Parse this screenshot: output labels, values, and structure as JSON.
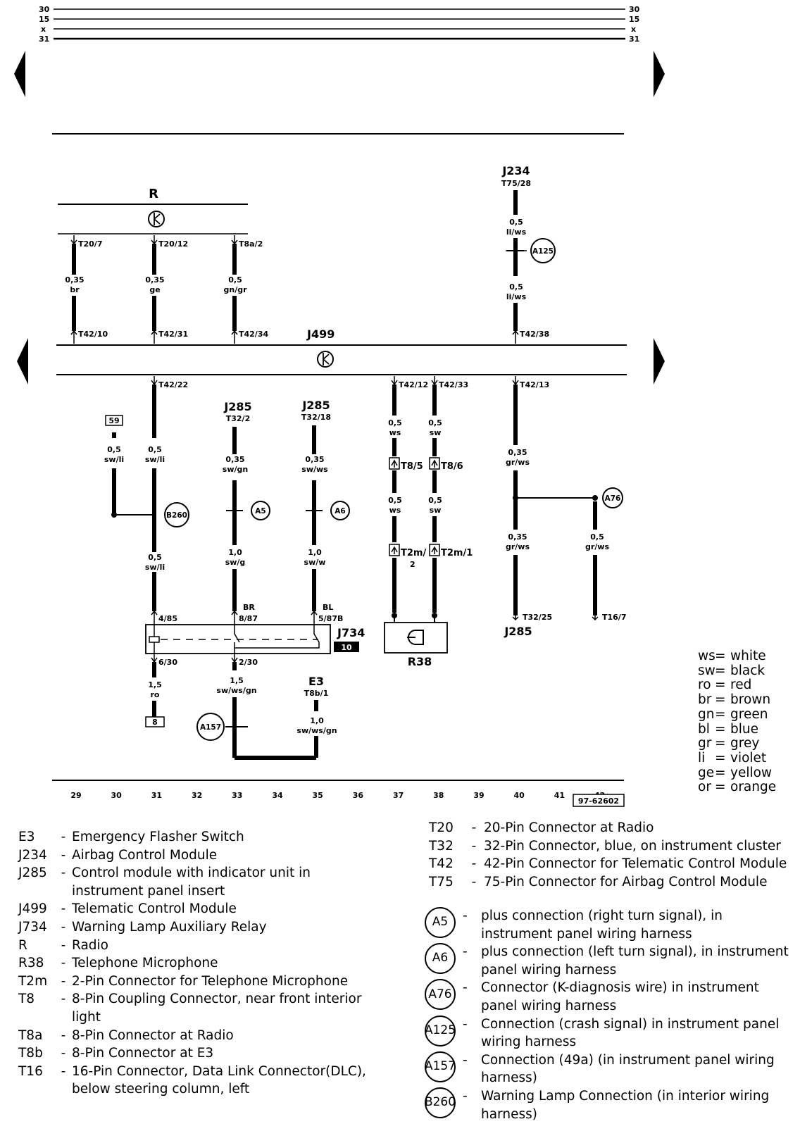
{
  "potential": [
    "30",
    "15",
    "x",
    "31"
  ],
  "components": {
    "R": "R",
    "J499": "J499",
    "J234": "J234",
    "J234_pin": "T75/28",
    "J285": "J285",
    "J285_pin_a": "T32/2",
    "J285_pin_b": "T32/18",
    "J285_pin_c": "T32/25",
    "J734": "J734",
    "J734_box": "10",
    "E3": "E3",
    "E3_pin": "T8b/1",
    "R38": "R38",
    "term59": "59",
    "term8": "8"
  },
  "pins": {
    "T20_7": "T20/7",
    "T20_12": "T20/12",
    "T8a_2": "T8a/2",
    "T42_10": "T42/10",
    "T42_31": "T42/31",
    "T42_34": "T42/34",
    "T42_38": "T42/38",
    "T42_22": "T42/22",
    "T42_12": "T42/12",
    "T42_33": "T42/33",
    "T42_13": "T42/13",
    "T8_5": "T8/5",
    "T8_6": "T8/6",
    "T2m_2a": "T2m/",
    "T2m_2b": "2",
    "T2m_1": "T2m/1",
    "T16_7": "T16/7",
    "p485": "4/85",
    "p887": "8/87",
    "p587b": "5/87B",
    "p630": "6/30",
    "p230": "2/30",
    "BR": "BR",
    "BL": "BL"
  },
  "wires": {
    "w1": [
      "0,35",
      "br"
    ],
    "w2": [
      "0,35",
      "ge"
    ],
    "w3": [
      "0,5",
      "gn/gr"
    ],
    "w4": [
      "0,5",
      "li/ws"
    ],
    "w5": [
      "0,5",
      "li/ws"
    ],
    "w6": [
      "0,5",
      "sw/li"
    ],
    "w7": [
      "0,5",
      "sw/li"
    ],
    "w8": [
      "0,5",
      "sw/li"
    ],
    "w9": [
      "0,35",
      "sw/gn"
    ],
    "w10": [
      "1,0",
      "sw/g"
    ],
    "w11": [
      "0,35",
      "sw/ws"
    ],
    "w12": [
      "1,0",
      "sw/w"
    ],
    "w13": [
      "0,5",
      "ws"
    ],
    "w14": [
      "0,5",
      "ws"
    ],
    "w15": [
      "0,5",
      "sw"
    ],
    "w16": [
      "0,5",
      "sw"
    ],
    "w17": [
      "0,35",
      "gr/ws"
    ],
    "w18": [
      "0,35",
      "gr/ws"
    ],
    "w19": [
      "0,5",
      "gr/ws"
    ],
    "w20": [
      "1,5",
      "ro"
    ],
    "w21": [
      "1,5",
      "sw/ws/gn"
    ],
    "w22": [
      "1,0",
      "sw/ws/gn"
    ]
  },
  "splices": {
    "A125": "A125",
    "B260": "B260",
    "A5": "A5",
    "A6": "A6",
    "A76": "A76",
    "A157": "A157"
  },
  "current_tracks": [
    "29",
    "30",
    "31",
    "32",
    "33",
    "34",
    "35",
    "36",
    "37",
    "38",
    "39",
    "40",
    "41",
    "42"
  ],
  "diagram_id": "97-62602",
  "color_codes": [
    {
      "abbr": "ws",
      "name": "white"
    },
    {
      "abbr": "sw",
      "name": "black"
    },
    {
      "abbr": "ro",
      "name": "red"
    },
    {
      "abbr": "br",
      "name": "brown"
    },
    {
      "abbr": "gn",
      "name": "green"
    },
    {
      "abbr": "bl",
      "name": "blue"
    },
    {
      "abbr": "gr",
      "name": "grey"
    },
    {
      "abbr": "li",
      "name": "violet"
    },
    {
      "abbr": "ge",
      "name": "yellow"
    },
    {
      "abbr": "or",
      "name": "orange"
    }
  ],
  "legend_left": [
    {
      "code": "E3",
      "desc": "Emergency Flasher Switch"
    },
    {
      "code": "J234",
      "desc": "Airbag Control Module"
    },
    {
      "code": "J285",
      "desc": "Control module with indicator unit in instrument panel insert"
    },
    {
      "code": "J499",
      "desc": "Telematic Control Module"
    },
    {
      "code": "J734",
      "desc": "Warning Lamp Auxiliary Relay"
    },
    {
      "code": "R",
      "desc": "Radio"
    },
    {
      "code": "R38",
      "desc": "Telephone Microphone"
    },
    {
      "code": "T2m",
      "desc": "2-Pin Connector for Telephone Microphone"
    },
    {
      "code": "T8",
      "desc": "8-Pin Coupling Connector, near front interior light"
    },
    {
      "code": "T8a",
      "desc": "8-Pin Connector at Radio"
    },
    {
      "code": "T8b",
      "desc": "8-Pin Connector at E3"
    },
    {
      "code": "T16",
      "desc": "16-Pin Connector, Data Link Connector(DLC), below steering column, left"
    }
  ],
  "legend_right": [
    {
      "code": "T20",
      "desc": "20-Pin Connector at Radio"
    },
    {
      "code": "T32",
      "desc": "32-Pin Connector, blue, on instrument cluster"
    },
    {
      "code": "T42",
      "desc": "42-Pin Connector for Telematic Control Module"
    },
    {
      "code": "T75",
      "desc": "75-Pin Connector for Airbag Control Module"
    }
  ],
  "legend_circles": [
    {
      "code": "A5",
      "desc": "plus connection (right turn signal), in instrument panel wiring harness"
    },
    {
      "code": "A6",
      "desc": "plus connection (left turn signal), in instrument panel wiring harness"
    },
    {
      "code": "A76",
      "desc": "Connector (K-diagnosis wire) in instrument panel wiring harness"
    },
    {
      "code": "A125",
      "desc": "Connection (crash signal) in instrument panel wiring harness"
    },
    {
      "code": "A157",
      "desc": "Connection (49a) (in instrument panel wiring harness)"
    },
    {
      "code": "B260",
      "desc": "Warning Lamp Connection (in interior wiring harness)"
    }
  ],
  "dash": "-",
  "eq": "="
}
